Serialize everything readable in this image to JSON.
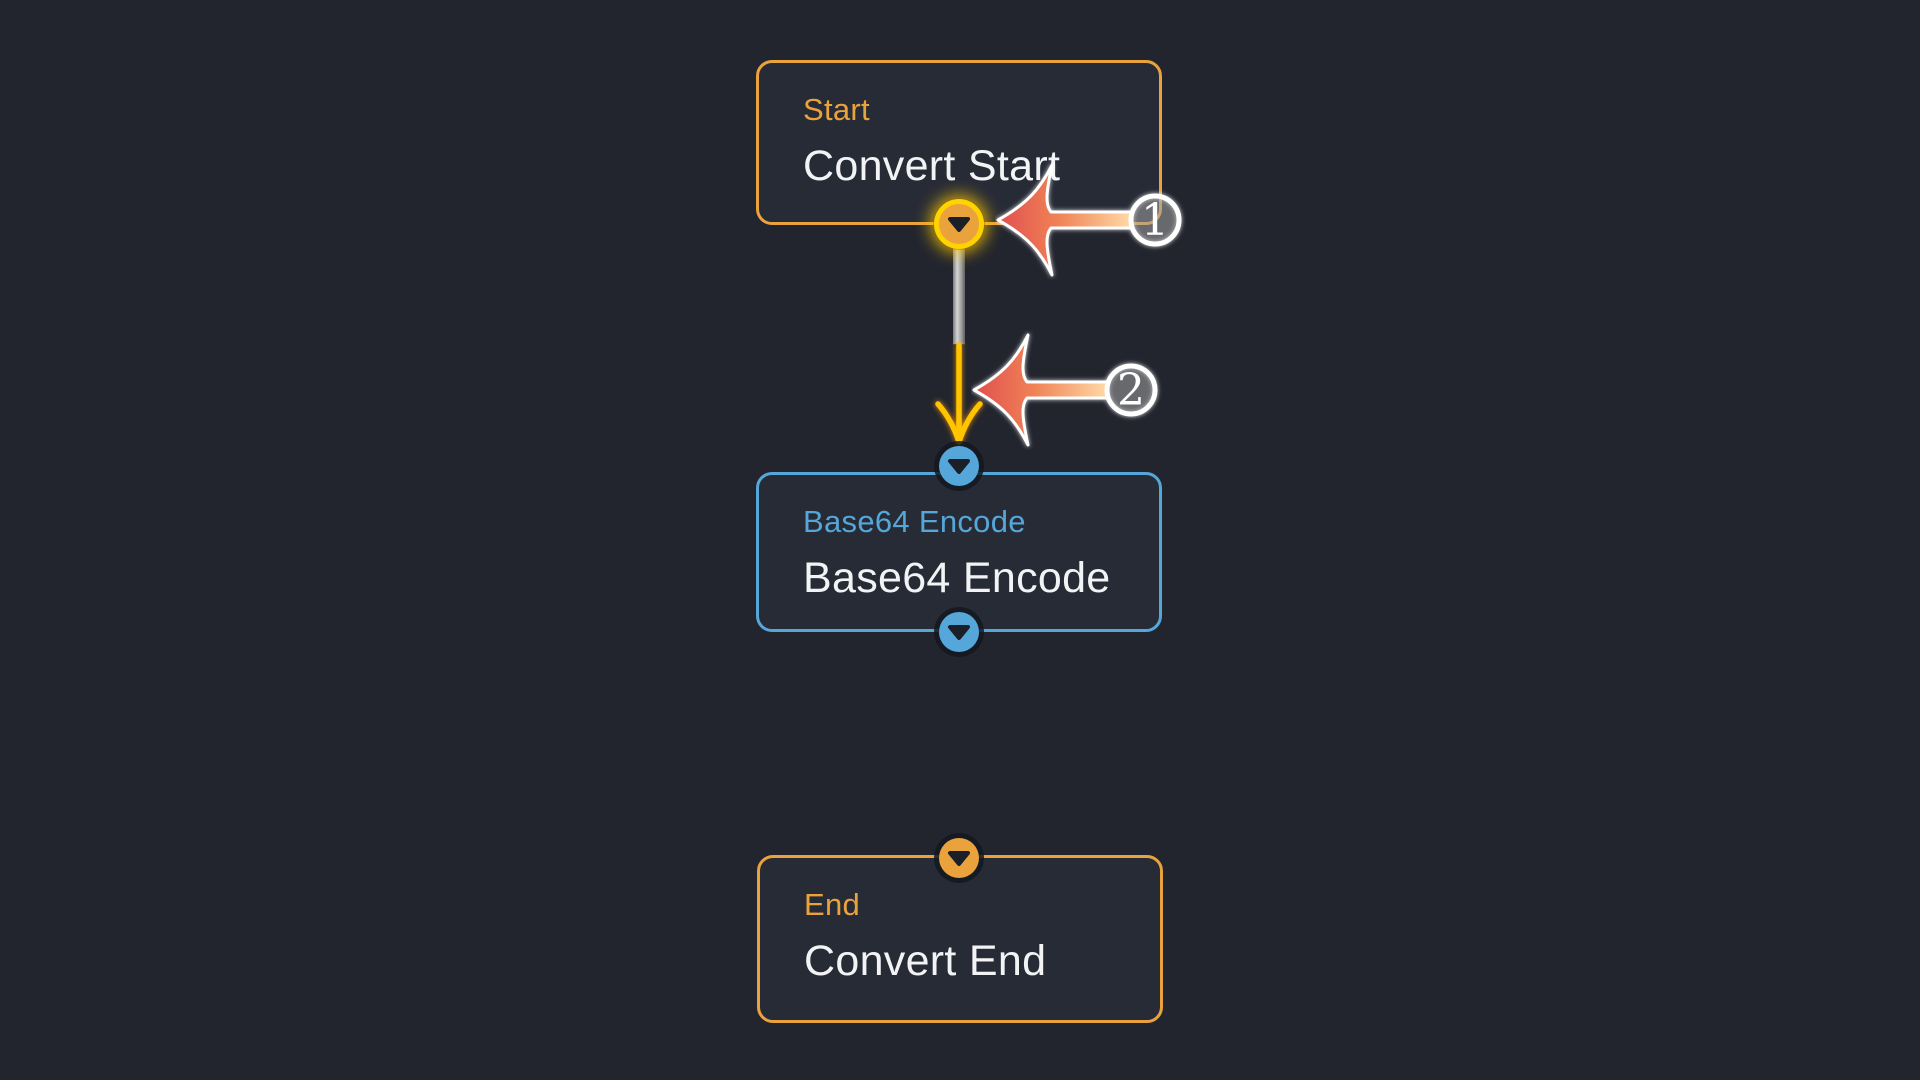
{
  "app": {
    "kind": "flow-editor-canvas",
    "background_color": "#22252e",
    "node_background_color": "#272b36",
    "text_color": "#f2f3f5"
  },
  "nodes": [
    {
      "id": "start",
      "title": "Start",
      "subtitle": "Convert Start",
      "accent": "#e9a23c"
    },
    {
      "id": "base64-encode",
      "title": "Base64 Encode",
      "subtitle": "Base64 Encode",
      "accent": "#55a6d9"
    },
    {
      "id": "end",
      "title": "End",
      "subtitle": "Convert End",
      "accent": "#e9a23c"
    }
  ],
  "connectors": {
    "start_output": {
      "icon": "triangle-down-icon",
      "color": "#e9a23c",
      "highlight_ring": "#ffd200"
    },
    "base64_input": {
      "icon": "triangle-down-icon",
      "color": "#55a6d9"
    },
    "base64_output": {
      "icon": "triangle-down-icon",
      "color": "#55a6d9"
    },
    "end_input": {
      "icon": "triangle-down-icon",
      "color": "#e9a23c"
    }
  },
  "edge": {
    "from": "start",
    "to": "base64-encode",
    "upper_color": "#a8a8a8",
    "highlight_color": "#ffc400"
  },
  "annotations": [
    {
      "number": "1",
      "arrow_gradient": [
        "#e14f4f",
        "#ffd9a6"
      ],
      "ring_color": "#ffffff"
    },
    {
      "number": "2",
      "arrow_gradient": [
        "#e14f4f",
        "#ffd9a6"
      ],
      "ring_color": "#ffffff"
    }
  ]
}
